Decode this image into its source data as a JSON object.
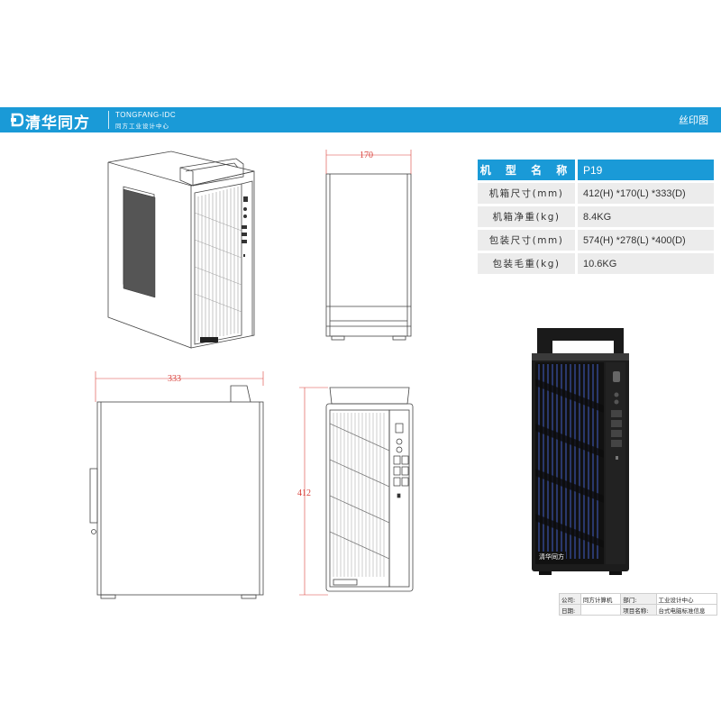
{
  "header": {
    "brand_cn": "清华同方",
    "brand_en": "TONGFANG-IDC",
    "brand_sub": "同方工业设计中心",
    "page_title": "丝印图",
    "color": "#1a9ad7"
  },
  "dimensions": {
    "width": "170",
    "depth": "333",
    "height": "412"
  },
  "specs": {
    "rows": [
      {
        "label": "机 型 名 称",
        "value": "P19"
      },
      {
        "label": "机箱尺寸(mm)",
        "value": "412(H) *170(L) *333(D)"
      },
      {
        "label": "机箱净重(kg)",
        "value": "8.4KG"
      },
      {
        "label": "包装尺寸(mm)",
        "value": "574(H) *278(L) *400(D)"
      },
      {
        "label": "包装毛重(kg)",
        "value": "10.6KG"
      }
    ]
  },
  "footer": {
    "company_label": "公司:",
    "company_value": "同方计算机",
    "dept_label": "部门:",
    "dept_value": "工业设计中心",
    "date_label": "日期:",
    "date_value": "",
    "project_label": "项目名称:",
    "project_value": "台式电脑标准信息"
  },
  "product": {
    "front_logo": "清华同方"
  }
}
